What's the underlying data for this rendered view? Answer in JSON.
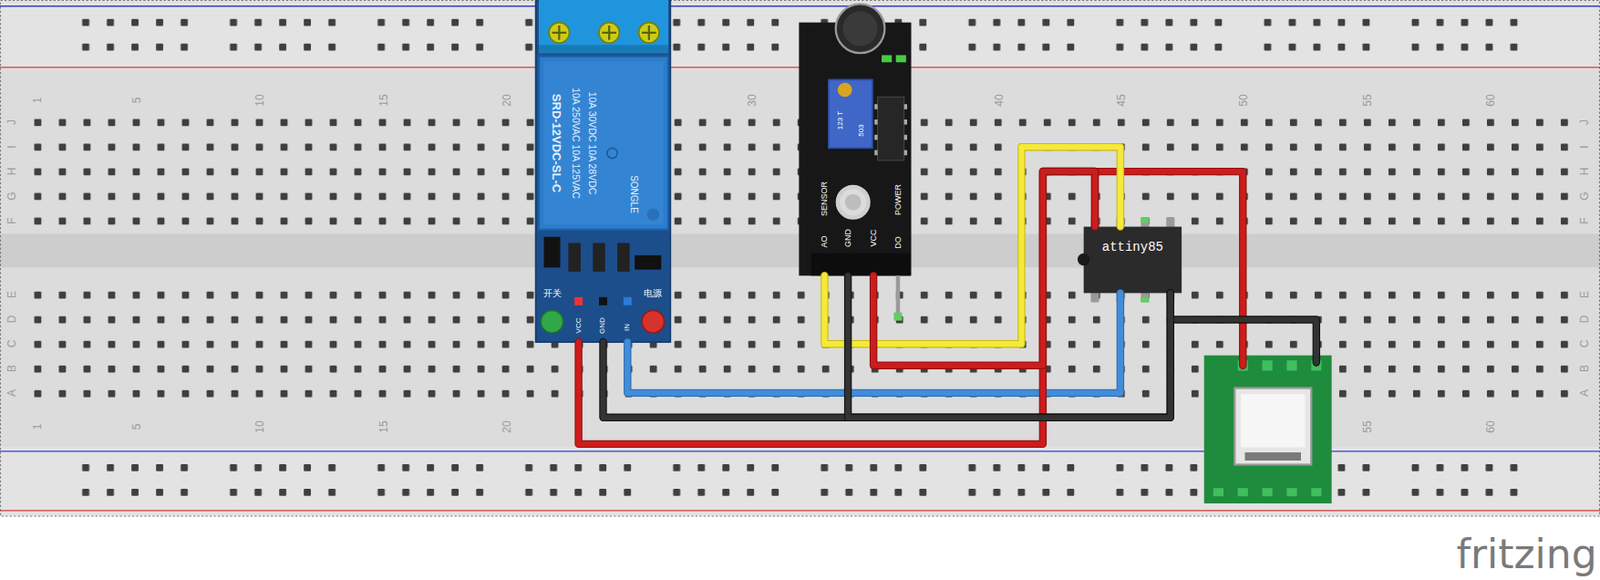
{
  "diagram": {
    "nodes": [
      {
        "text": [
          "开关",
          "电源",
          "VCC",
          "GND",
          "IN"
        ]
      },
      {
        "text": [
          "SRD-12VDC-SL-C",
          "10A 250VAC 10A 125VAC",
          "10A 30VDC 10A 28VDC",
          "SONGLE"
        ],
        "in": 0
      },
      {
        "text": [
          "SENSOR",
          "AO",
          "GND",
          "VCC",
          "POWER",
          "DO"
        ]
      },
      {
        "text": [
          "attiny85"
        ]
      }
    ],
    "edges": [
      {
        "from": 0,
        "to": 3,
        "arrow": "none"
      },
      {
        "from": 0,
        "to": 3,
        "arrow": "none"
      },
      {
        "from": 0,
        "to": 3,
        "arrow": "none"
      },
      {
        "from": 2,
        "to": 3,
        "arrow": "none"
      },
      {
        "from": 2,
        "to": 3,
        "arrow": "none"
      },
      {
        "from": 2,
        "to": 3,
        "arrow": "none"
      }
    ],
    "labels": [
      "1",
      "5",
      "10",
      "15",
      "20",
      "30",
      "40",
      "45",
      "50",
      "55",
      "60",
      "J",
      "I",
      "H",
      "G",
      "F",
      "J",
      "I",
      "H",
      "G",
      "F",
      "1",
      "5",
      "10",
      "15",
      "20",
      "55",
      "60",
      "E",
      "D",
      "C",
      "B",
      "A",
      "E",
      "D",
      "C",
      "B",
      "A",
      "123 T",
      "503",
      "fritzing"
    ]
  }
}
